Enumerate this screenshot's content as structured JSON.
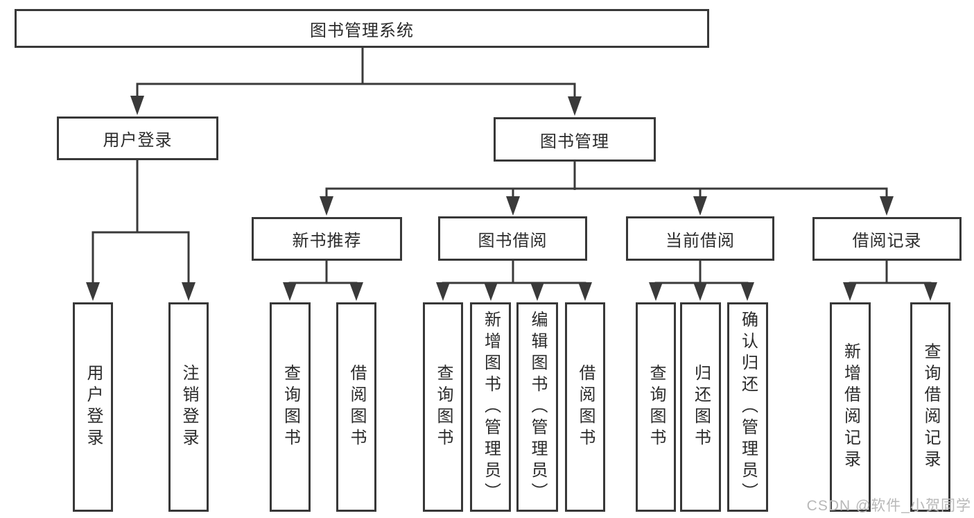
{
  "diagram": {
    "type": "hierarchy-tree",
    "line_color": "#3a3a3a",
    "tree": {
      "label": "图书管理系统",
      "children": [
        {
          "label": "用户登录",
          "children": [
            {
              "label": "用户登录"
            },
            {
              "label": "注销登录"
            }
          ]
        },
        {
          "label": "图书管理",
          "children": [
            {
              "label": "新书推荐",
              "children": [
                {
                  "label": "查询图书"
                },
                {
                  "label": "借阅图书"
                }
              ]
            },
            {
              "label": "图书借阅",
              "children": [
                {
                  "label": "查询图书"
                },
                {
                  "label": "新增图书（管理员）"
                },
                {
                  "label": "编辑图书（管理员）"
                },
                {
                  "label": "借阅图书"
                }
              ]
            },
            {
              "label": "当前借阅",
              "children": [
                {
                  "label": "查询图书"
                },
                {
                  "label": "归还图书"
                },
                {
                  "label": "确认归还（管理员）"
                }
              ]
            },
            {
              "label": "借阅记录",
              "children": [
                {
                  "label": "新增借阅记录"
                },
                {
                  "label": "查询借阅记录"
                }
              ]
            }
          ]
        }
      ]
    },
    "watermark": {
      "text": "CSDN @软件_小贺同学",
      "color": "#b8b8b8"
    }
  }
}
